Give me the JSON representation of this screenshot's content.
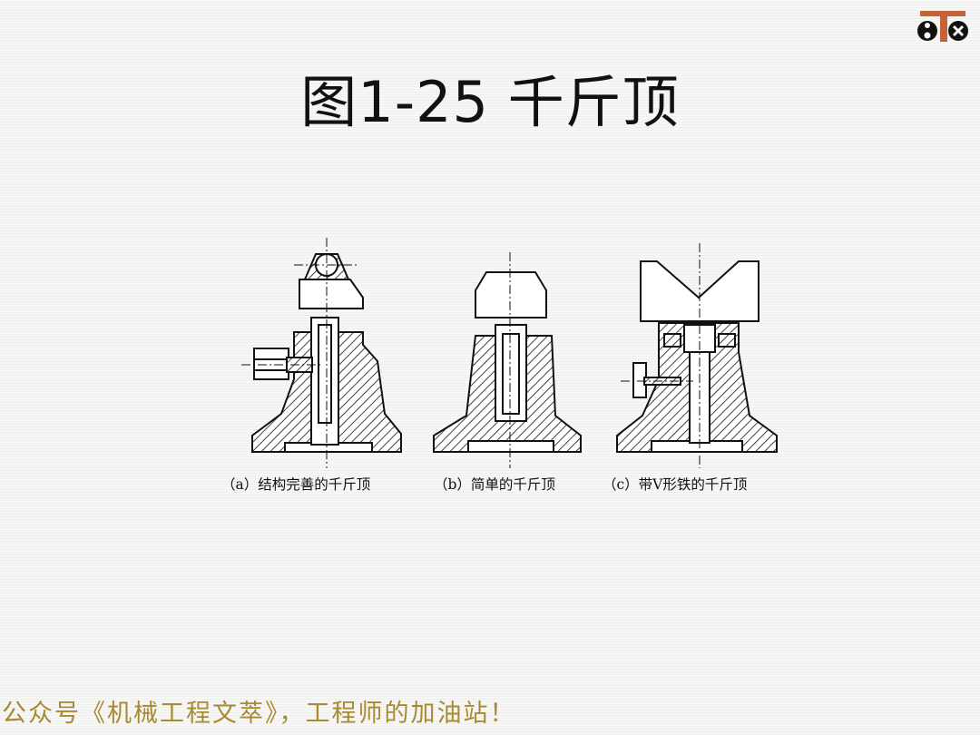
{
  "title": "图1-25  千斤顶",
  "logo": {
    "icon": "machinery-logo-icon",
    "colors": [
      "#111111",
      "#c4623a"
    ]
  },
  "figure": {
    "captions": [
      "（a）结构完善的千斤顶",
      "（b）简单的千斤顶",
      "（c）带V形铁的千斤顶"
    ]
  },
  "footer": "公众号《机械工程文萃》，工程师的加油站！",
  "colors": {
    "footer": "#a88a33",
    "drawing": "#111111"
  }
}
